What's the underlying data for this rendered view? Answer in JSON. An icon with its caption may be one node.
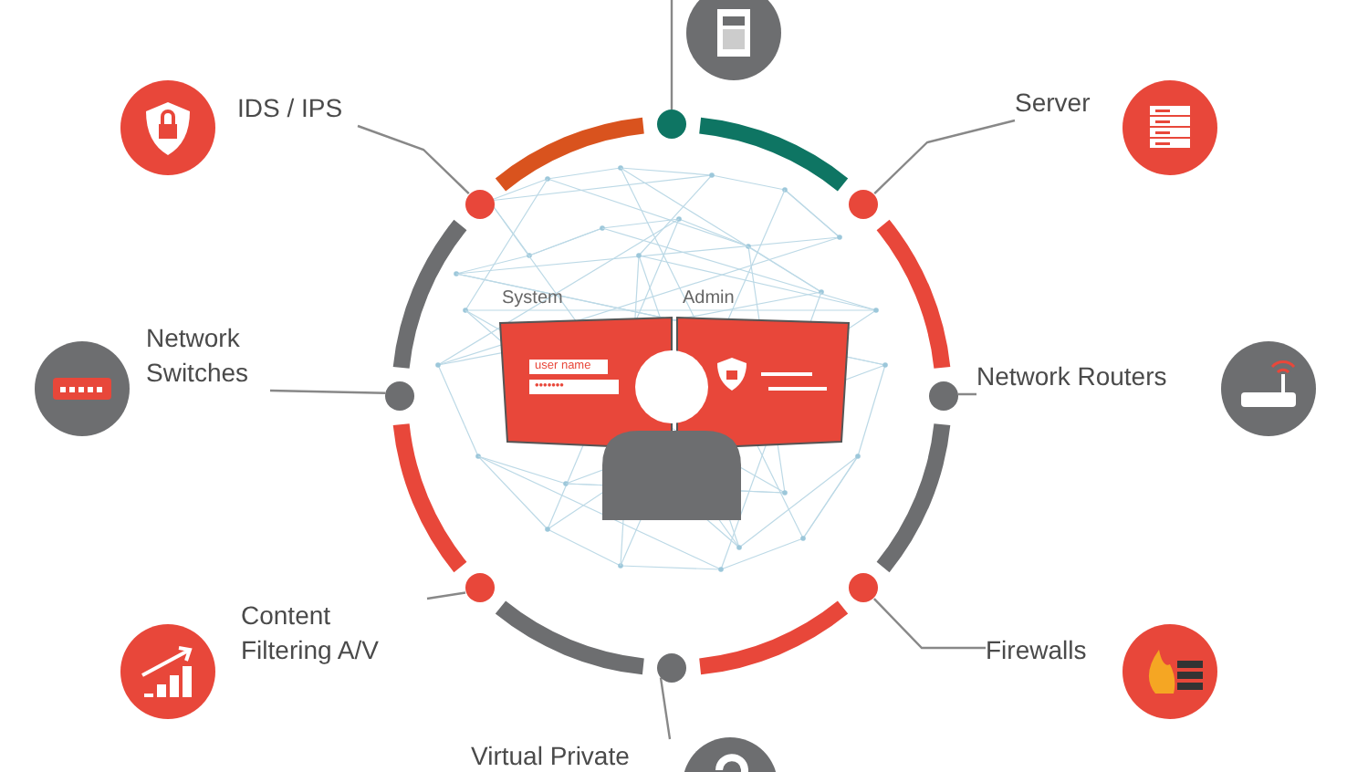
{
  "diagram": {
    "nodes": [
      {
        "text": [
          "IDS / IPS"
        ]
      },
      {
        "text": [],
        "shape": "circle"
      },
      {
        "text": [],
        "shape": "circle"
      },
      {
        "text": [
          "Server"
        ]
      },
      {
        "text": [],
        "shape": "circle"
      },
      {
        "text": [
          "Network Switches"
        ]
      },
      {
        "text": [],
        "shape": "circle"
      },
      {
        "text": [
          "System",
          "user name",
          "•••••••"
        ]
      },
      {
        "text": [
          "Admin"
        ]
      },
      {
        "text": [],
        "shape": "circle"
      },
      {
        "text": [
          "Network Routers"
        ]
      },
      {
        "text": [
          "Content Filtering A/V"
        ]
      },
      {
        "text": [],
        "shape": "circle"
      },
      {
        "text": [],
        "shape": "circle"
      },
      {
        "text": [
          "Firewalls"
        ]
      },
      {
        "text": [],
        "shape": "circle"
      },
      {
        "text": [
          "Virtual Private"
        ]
      }
    ],
    "edges": [
      {
        "from": 1,
        "to": 0,
        "arrow": "none"
      },
      {
        "from": 2,
        "to": null,
        "arrow": "none"
      },
      {
        "from": 4,
        "to": 3,
        "arrow": "none"
      },
      {
        "from": 6,
        "to": 5,
        "arrow": "none"
      },
      {
        "from": 9,
        "to": 10,
        "arrow": "none"
      },
      {
        "from": 12,
        "to": 11,
        "arrow": "none"
      },
      {
        "from": 13,
        "to": 14,
        "arrow": "none"
      },
      {
        "from": 15,
        "to": 16,
        "arrow": "none"
      }
    ]
  }
}
